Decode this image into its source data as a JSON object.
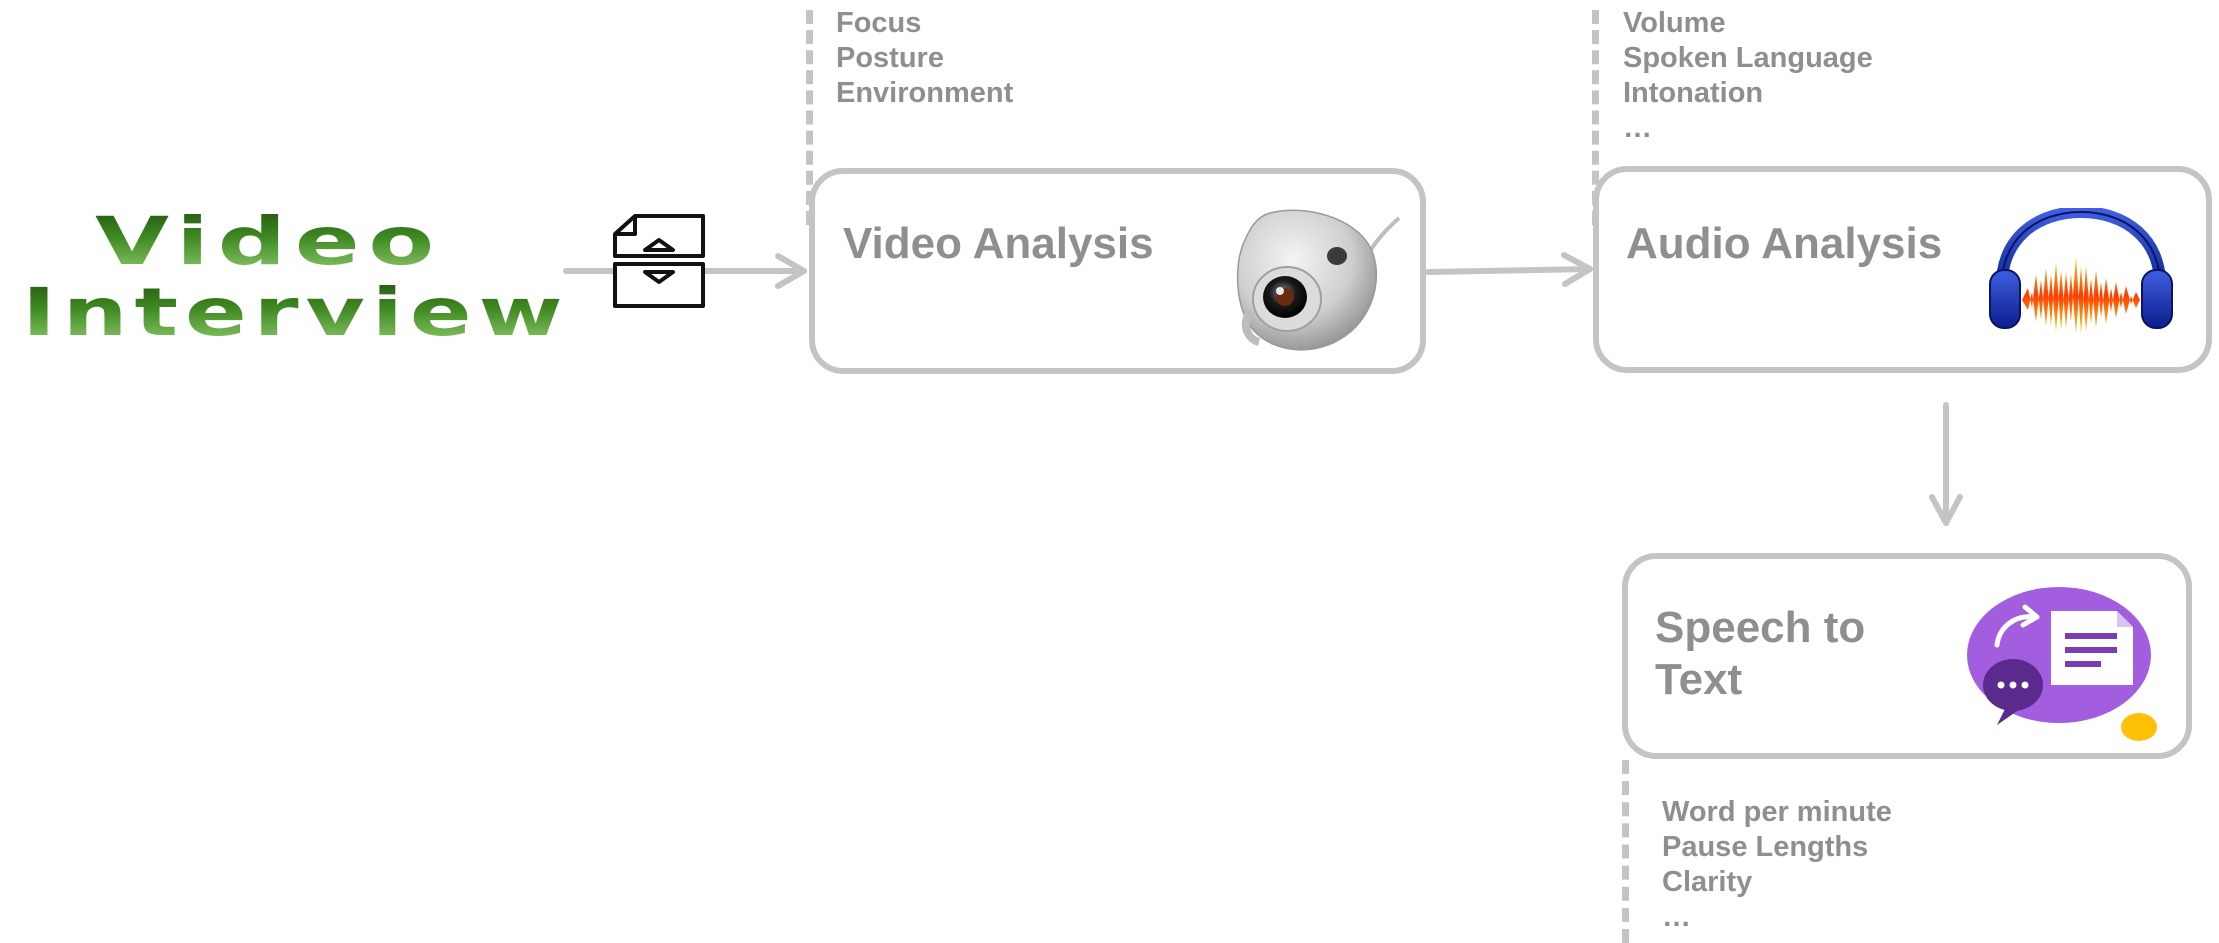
{
  "source": {
    "title_line1": "Video",
    "title_line2": "Interview"
  },
  "video_analysis": {
    "title": "Video Analysis",
    "features": [
      "Focus",
      "Posture",
      "Environment"
    ],
    "icon": "webcam-icon"
  },
  "audio_analysis": {
    "title": "Audio Analysis",
    "features": [
      "Volume",
      "Spoken Language",
      "Intonation",
      "…"
    ],
    "icon": "headphones-waveform-icon"
  },
  "speech_to_text": {
    "title": "Speech to\nText",
    "features": [
      "Word per minute",
      "Pause Lengths",
      "Clarity",
      "…"
    ],
    "icon": "speech-to-text-icon"
  },
  "colors": {
    "connector": "#c4c4c4",
    "text_gray": "#8f8f8f",
    "title_green_dark": "#1f4f0f",
    "title_green_light": "#9ad276",
    "speech_purple": "#a35ee0",
    "speech_yellow": "#ffc107"
  }
}
